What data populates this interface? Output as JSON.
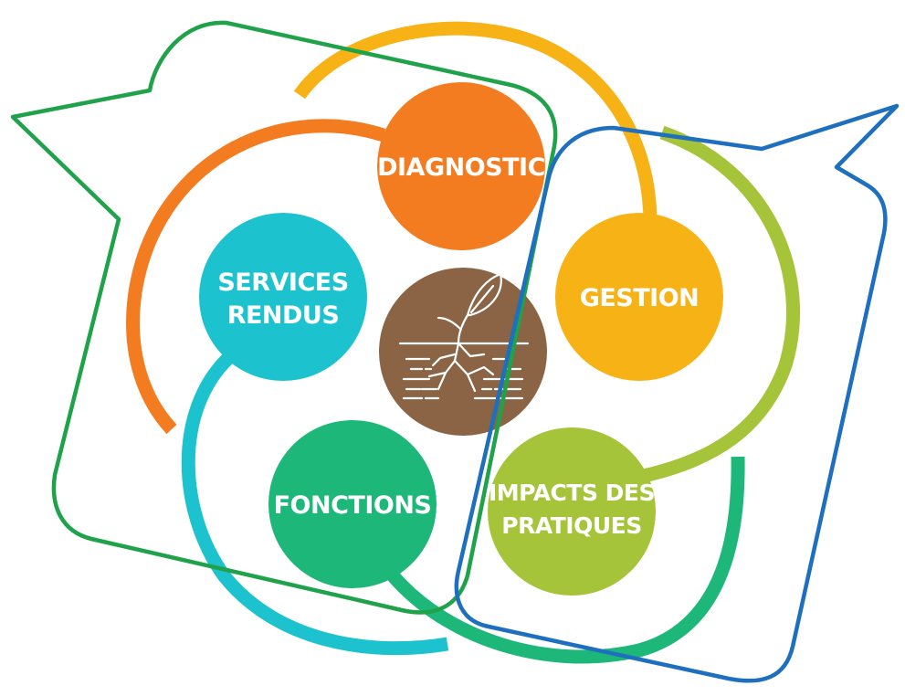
{
  "nodes": {
    "diagnostic": {
      "label": "DIAGNOSTIC"
    },
    "gestion": {
      "label": "GESTION"
    },
    "impacts": {
      "line1": "IMPACTS DES",
      "line2": "PRATIQUES"
    },
    "fonctions": {
      "label": "FONCTIONS"
    },
    "services": {
      "line1": "SERVICES",
      "line2": "RENDUS"
    }
  },
  "center_icon": "plant-roots-in-soil-icon",
  "colors": {
    "diagnostic": "#F47C20",
    "gestion": "#F7B316",
    "impacts": "#A6C43A",
    "fonctions": "#1DB77A",
    "services": "#1CC3CF",
    "center": "#8A6444",
    "outline_green": "#1FA24A",
    "outline_blue": "#1F6FBF"
  }
}
